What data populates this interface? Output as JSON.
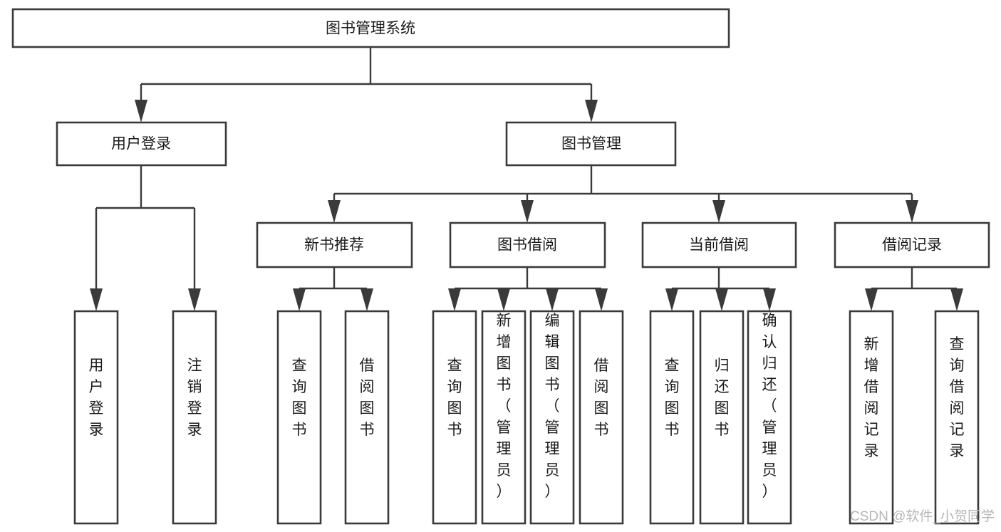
{
  "diagram": {
    "title": "图书管理系统",
    "type": "tree-hierarchy",
    "root": {
      "id": "root",
      "label": "图书管理系统",
      "orientation": "horizontal"
    },
    "level2": [
      {
        "id": "user-login",
        "label": "用户登录",
        "orientation": "horizontal"
      },
      {
        "id": "book-management",
        "label": "图书管理",
        "orientation": "horizontal"
      }
    ],
    "level3": [
      {
        "id": "new-book-recommend",
        "label": "新书推荐",
        "parent": "book-management",
        "orientation": "horizontal"
      },
      {
        "id": "book-borrow",
        "label": "图书借阅",
        "parent": "book-management",
        "orientation": "horizontal"
      },
      {
        "id": "current-borrow",
        "label": "当前借阅",
        "parent": "book-management",
        "orientation": "horizontal"
      },
      {
        "id": "borrow-record",
        "label": "借阅记录",
        "parent": "book-management",
        "orientation": "horizontal"
      }
    ],
    "leaves": [
      {
        "id": "leaf-user-login",
        "label": "用户登录",
        "parent": "user-login",
        "orientation": "vertical"
      },
      {
        "id": "leaf-logout-login",
        "label": "注销登录",
        "parent": "user-login",
        "orientation": "vertical"
      },
      {
        "id": "leaf-query-book-1",
        "label": "查询图书",
        "parent": "new-book-recommend",
        "orientation": "vertical"
      },
      {
        "id": "leaf-borrow-book-1",
        "label": "借阅图书",
        "parent": "new-book-recommend",
        "orientation": "vertical"
      },
      {
        "id": "leaf-query-book-2",
        "label": "查询图书",
        "parent": "book-borrow",
        "orientation": "vertical"
      },
      {
        "id": "leaf-add-book",
        "label": "新增图书（管理员）",
        "parent": "book-borrow",
        "orientation": "vertical"
      },
      {
        "id": "leaf-edit-book",
        "label": "编辑图书（管理员）",
        "parent": "book-borrow",
        "orientation": "vertical"
      },
      {
        "id": "leaf-borrow-book-2",
        "label": "借阅图书",
        "parent": "book-borrow",
        "orientation": "vertical"
      },
      {
        "id": "leaf-query-book-3",
        "label": "查询图书",
        "parent": "current-borrow",
        "orientation": "vertical"
      },
      {
        "id": "leaf-return-book",
        "label": "归还图书",
        "parent": "current-borrow",
        "orientation": "vertical"
      },
      {
        "id": "leaf-confirm-return",
        "label": "确认归还（管理员）",
        "parent": "current-borrow",
        "orientation": "vertical"
      },
      {
        "id": "leaf-add-record",
        "label": "新增借阅记录",
        "parent": "borrow-record",
        "orientation": "vertical"
      },
      {
        "id": "leaf-query-record",
        "label": "查询借阅记录",
        "parent": "borrow-record",
        "orientation": "vertical"
      }
    ],
    "colors": {
      "box_stroke": "#3a3a3a",
      "box_fill": "#ffffff",
      "connector": "#3a3a3a",
      "text": "#1a1a1a",
      "background": "#ffffff",
      "watermark": "#b6b6b6"
    }
  },
  "watermark": {
    "text": "CSDN @软件_小贺同学"
  }
}
